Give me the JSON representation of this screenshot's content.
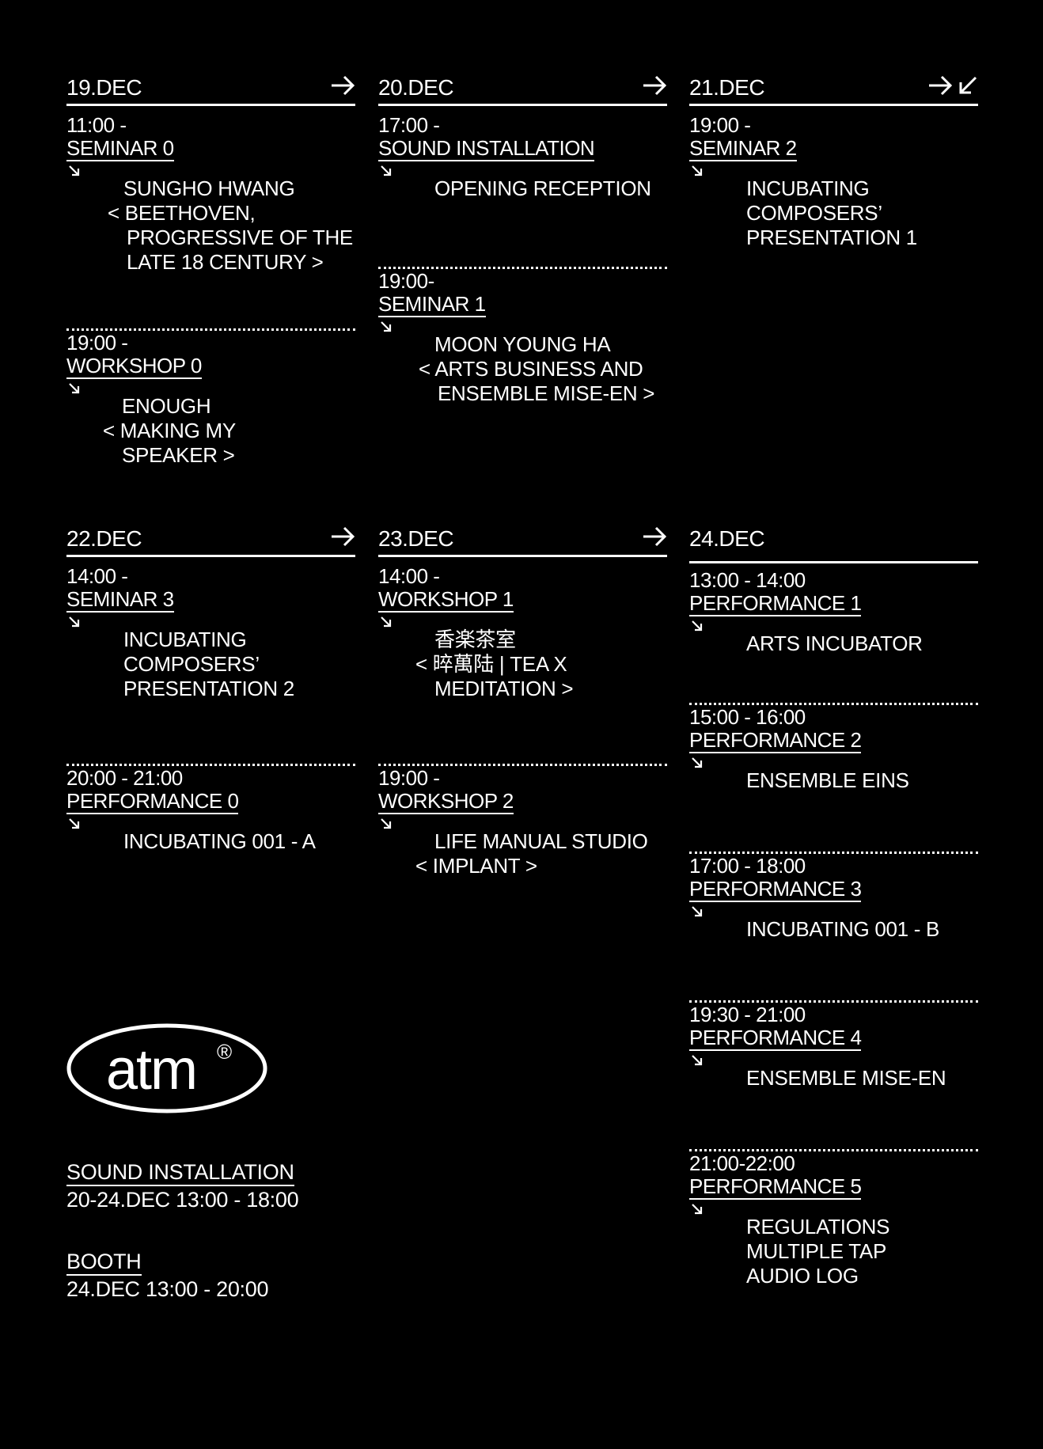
{
  "days": [
    {
      "label": "19.DEC",
      "arrows": [
        "arrow-right-icon"
      ],
      "events": [
        {
          "time": "11:00 -",
          "title": "SEMINAR 0",
          "desc": [
            "SUNGHO HWANG",
            "< BEETHOVEN,",
            "PROGRESSIVE OF THE",
            "LATE 18 CENTURY >"
          ]
        },
        {
          "time": "19:00 -",
          "title": "WORKSHOP 0",
          "desc": [
            "ENOUGH",
            "< MAKING MY",
            "SPEAKER >"
          ]
        }
      ]
    },
    {
      "label": "20.DEC",
      "arrows": [
        "arrow-right-icon"
      ],
      "events": [
        {
          "time": "17:00 -",
          "title": "SOUND INSTALLATION",
          "desc": [
            "OPENING RECEPTION"
          ]
        },
        {
          "time": "19:00-",
          "title": "SEMINAR 1",
          "desc": [
            "MOON YOUNG HA",
            "< ARTS BUSINESS AND",
            "ENSEMBLE MISE-EN >"
          ]
        }
      ]
    },
    {
      "label": "21.DEC",
      "arrows": [
        "arrow-right-icon",
        "arrow-down-left-icon"
      ],
      "events": [
        {
          "time": "19:00 -",
          "title": "SEMINAR 2",
          "desc": [
            "INCUBATING",
            "COMPOSERS’",
            "PRESENTATION 1"
          ]
        }
      ]
    },
    {
      "label": "22.DEC",
      "arrows": [
        "arrow-right-icon"
      ],
      "events": [
        {
          "time": "14:00 -",
          "title": "SEMINAR 3",
          "desc": [
            "INCUBATING",
            "COMPOSERS’",
            "PRESENTATION 2"
          ]
        },
        {
          "time": "20:00 - 21:00",
          "title": "PERFORMANCE 0",
          "desc": [
            "INCUBATING 001 - A"
          ]
        }
      ]
    },
    {
      "label": "23.DEC",
      "arrows": [
        "arrow-right-icon"
      ],
      "events": [
        {
          "time": "14:00 -",
          "title": "WORKSHOP 1",
          "desc": [
            "香楽茶室",
            "< 晬萬陆 | TEA  X",
            "MEDITATION >"
          ]
        },
        {
          "time": "19:00 -",
          "title": "WORKSHOP 2",
          "desc": [
            "LIFE MANUAL STUDIO",
            "< IMPLANT >"
          ]
        }
      ]
    },
    {
      "label": "24.DEC",
      "arrows": [],
      "events": [
        {
          "time": "13:00 - 14:00",
          "title": "PERFORMANCE 1",
          "desc": [
            "ARTS INCUBATOR"
          ]
        },
        {
          "time": "15:00 - 16:00",
          "title": "PERFORMANCE 2",
          "desc": [
            "ENSEMBLE EINS"
          ]
        },
        {
          "time": "17:00 - 18:00",
          "title": "PERFORMANCE 3",
          "desc": [
            "INCUBATING 001 - B"
          ]
        },
        {
          "time": "19:30 - 21:00",
          "title": "PERFORMANCE 4",
          "desc": [
            "ENSEMBLE MISE-EN"
          ]
        },
        {
          "time": "21:00-22:00",
          "title": "PERFORMANCE 5",
          "desc": [
            "REGULATIONS",
            "MULTIPLE TAP",
            "AUDIO LOG"
          ]
        }
      ]
    }
  ],
  "logo": {
    "text": "atm",
    "mark": "®"
  },
  "info": [
    {
      "title": "SOUND INSTALLATION",
      "value": "20-24.DEC 13:00 - 18:00"
    },
    {
      "title": "BOOTH",
      "value": "24.DEC 13:00 - 20:00"
    }
  ],
  "colors": {
    "background": "#000000",
    "foreground": "#ffffff"
  }
}
